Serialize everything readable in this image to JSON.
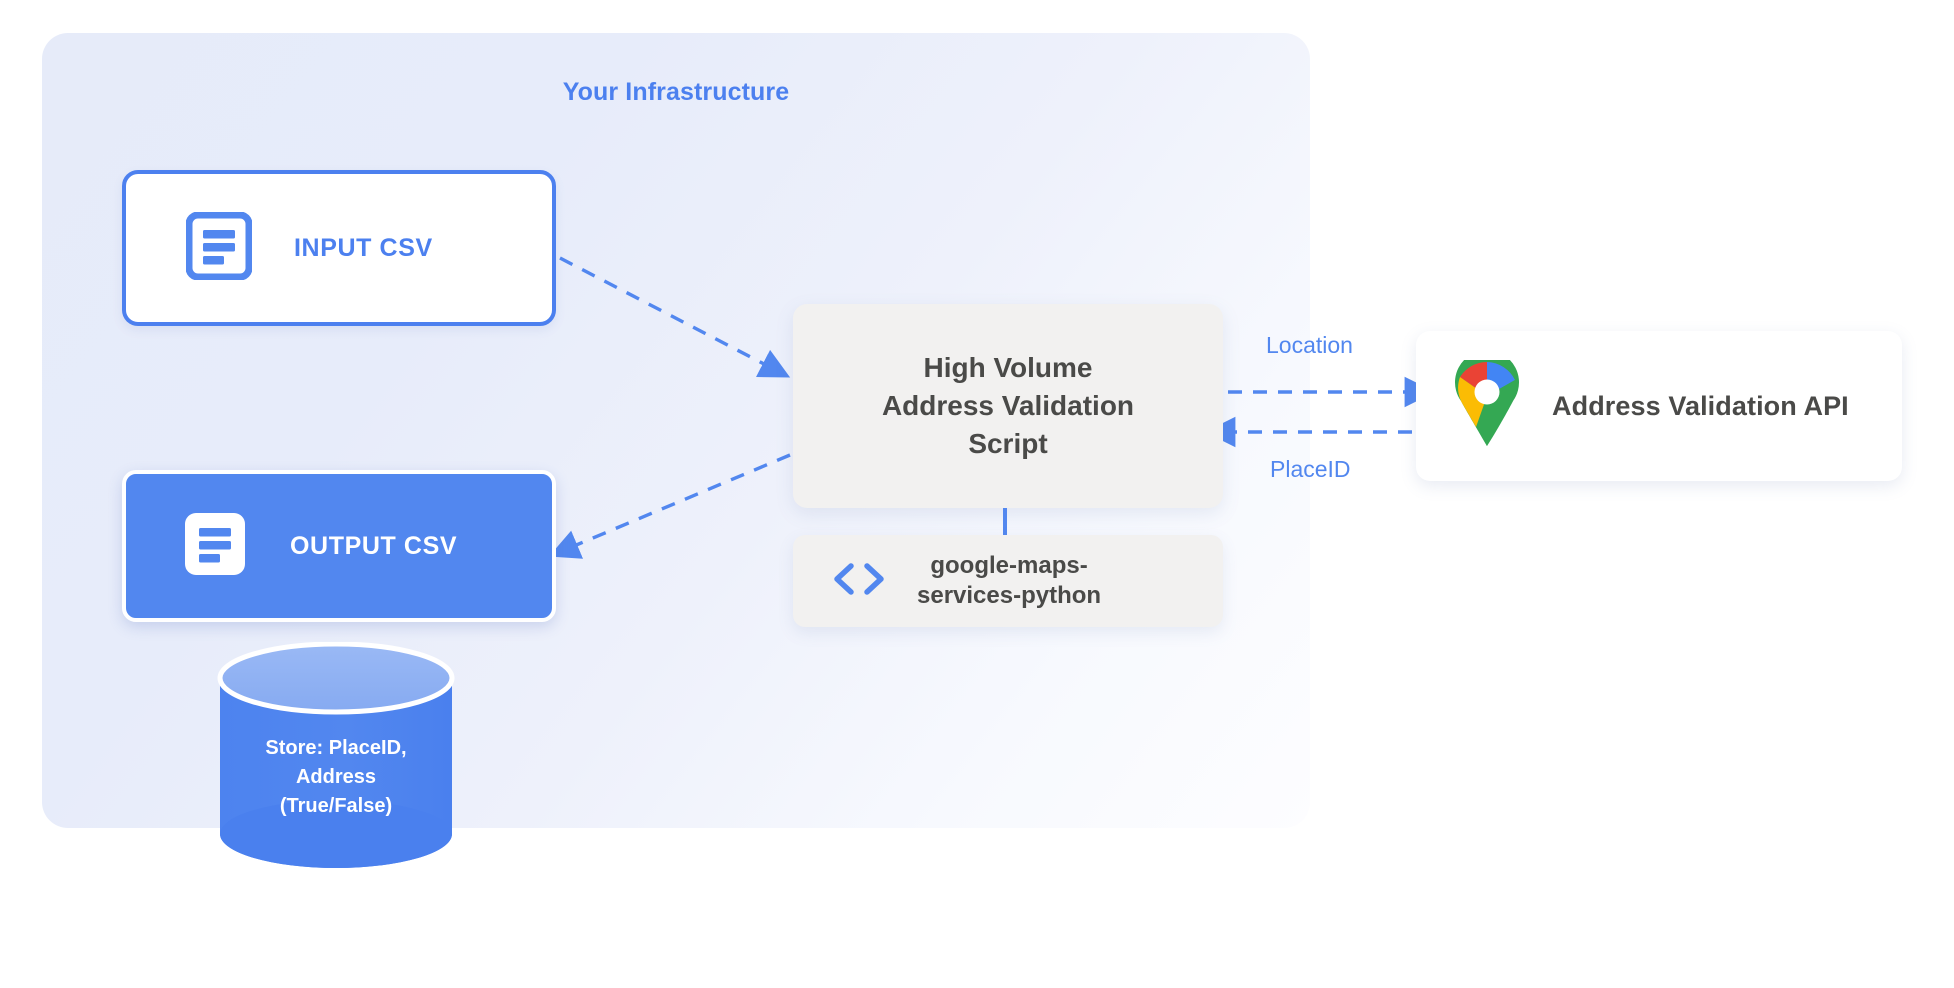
{
  "diagram": {
    "title": "Your Infrastructure",
    "accent_color": "#5287ef",
    "panel_bg": "#e6ebf9",
    "card_bg": "#f2f1f0",
    "text_color": "#4a4a48"
  },
  "nodes": {
    "input_csv": {
      "label": "INPUT CSV",
      "icon": "document-icon"
    },
    "output_csv": {
      "label": "OUTPUT CSV",
      "icon": "document-icon"
    },
    "script": {
      "line1": "High Volume",
      "line2": "Address Validation",
      "line3": "Script"
    },
    "library": {
      "line1": "google-maps-",
      "line2": "services-python",
      "icon": "code-brackets-icon"
    },
    "api": {
      "label": "Address Validation API",
      "icon": "google-maps-pin-icon"
    },
    "database": {
      "line1": "Store: PlaceID,",
      "line2": "Address",
      "line3": "(True/False)",
      "fill": "#5287ef",
      "top_fill": "#8fb0f2"
    }
  },
  "edges": {
    "location_label": "Location",
    "placeid_label": "PlaceID"
  }
}
